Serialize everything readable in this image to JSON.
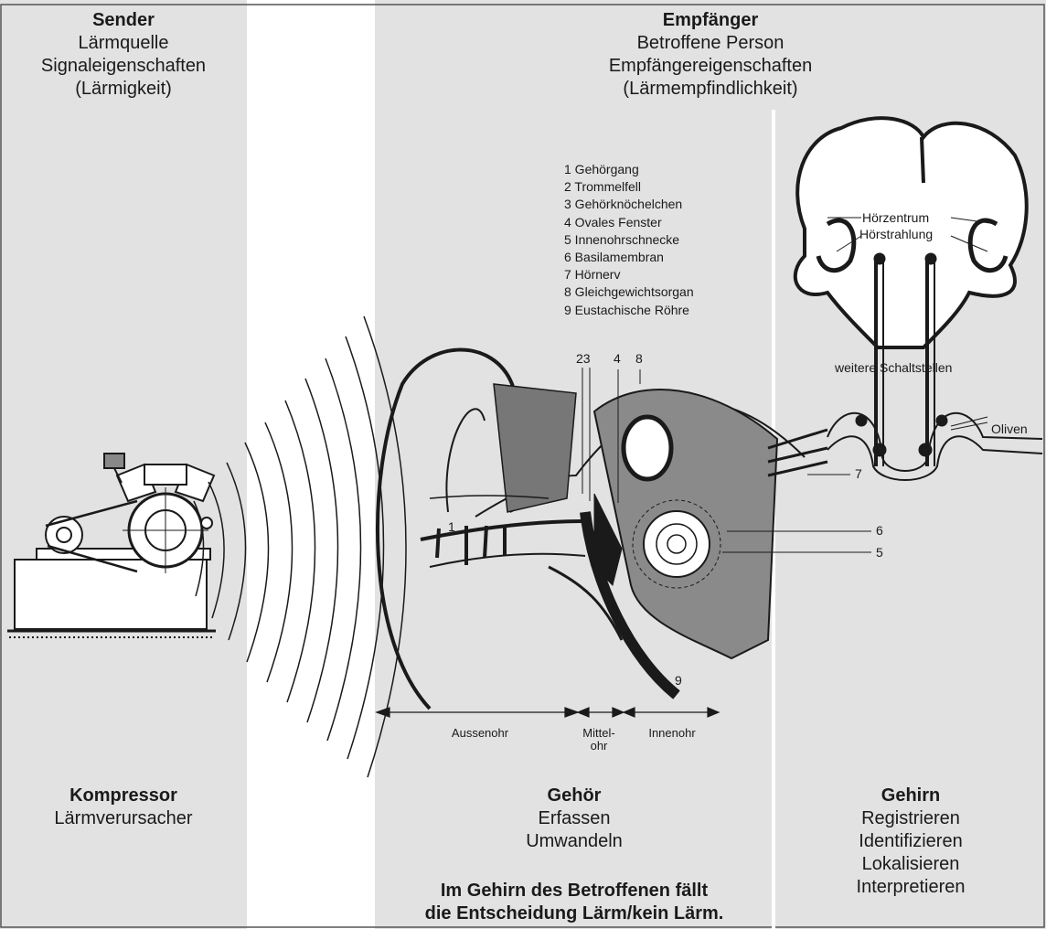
{
  "sender": {
    "title": "Sender",
    "lines": [
      "Lärmquelle",
      "Signaleigenschaften",
      "(Lärmigkeit)"
    ]
  },
  "receiver": {
    "title": "Empfänger",
    "lines": [
      "Betroffene Person",
      "Empfängereigenschaften",
      "(Lärmempfindlichkeit)"
    ]
  },
  "ear_legend": [
    "1 Gehörgang",
    "2 Trommelfell",
    "3 Gehörknöchelchen",
    "4 Ovales Fenster",
    "5 Innenohrschnecke",
    "6 Basilamembran",
    "7 Hörnerv",
    "8 Gleichgewichtsorgan",
    "9 Eustachische Röhre"
  ],
  "ear_numbers": {
    "n1": "1",
    "n23": "23",
    "n4": "4",
    "n8": "8",
    "n7": "7",
    "n6": "6",
    "n5": "5",
    "n9": "9"
  },
  "brain_labels": {
    "hoerzentrum": "Hörzentrum",
    "hoerstrahlung": "Hörstrahlung",
    "schaltstellen": "weitere Schaltstellen",
    "oliven": "Oliven"
  },
  "ear_sections": {
    "aussenohr": "Aussenohr",
    "mittelohr_1": "Mittel-",
    "mittelohr_2": "ohr",
    "innenohr": "Innenohr"
  },
  "compressor": {
    "title": "Kompressor",
    "subtitle": "Lärmverursacher"
  },
  "hearing": {
    "title": "Gehör",
    "lines": [
      "Erfassen",
      "Umwandeln"
    ]
  },
  "brain": {
    "title": "Gehirn",
    "lines": [
      "Registrieren",
      "Identifizieren",
      "Lokalisieren",
      "Interpretieren"
    ]
  },
  "conclusion": {
    "line1": "Im Gehirn des Betroffenen fällt",
    "line2": "die Entscheidung Lärm/kein Lärm."
  },
  "colors": {
    "panel": "#e2e2e2",
    "line": "#1a1a1a",
    "background": "#ffffff"
  }
}
